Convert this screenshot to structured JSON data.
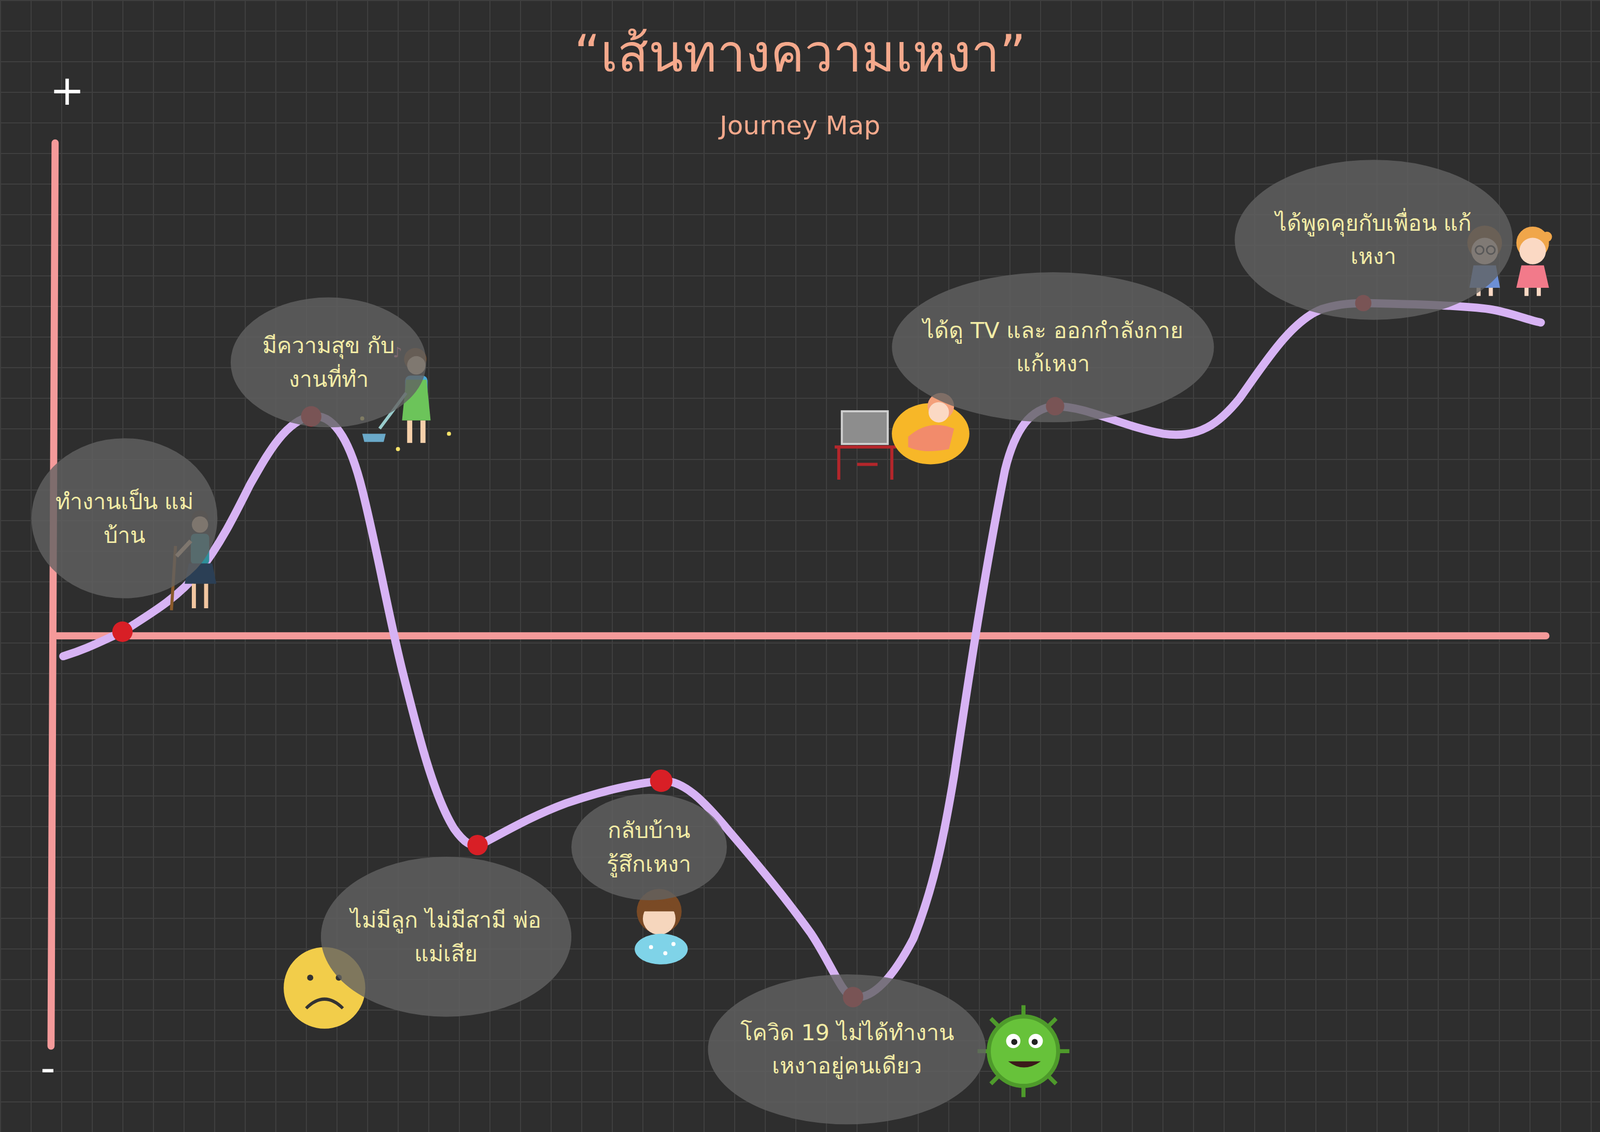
{
  "diagram": {
    "title": "“เส้นทางความเหงา”",
    "caption": "Journey Map",
    "nodes": [
      {
        "text": [
          "ทำงานเป็น แม่บ้าน"
        ]
      },
      {
        "text": [
          "มีความสุข กับงานที่ทำ"
        ]
      },
      {
        "text": [
          "ไม่มีลูก ไม่มีสามี พ่อแม่เสีย"
        ]
      },
      {
        "text": [
          "กลับบ้าน รู้สึกเหงา"
        ]
      },
      {
        "text": [
          "โควิด 19 ไม่ได้ทำงาน เหงาอยู่คนเดียว"
        ]
      },
      {
        "text": [
          "ได้ดู TV และ ออกกำลังกาย แก้เหงา"
        ]
      },
      {
        "text": [
          "ได้พูดคุยกับเพื่อน แก้เหงา"
        ]
      }
    ],
    "labels": [
      "+",
      "-"
    ]
  }
}
